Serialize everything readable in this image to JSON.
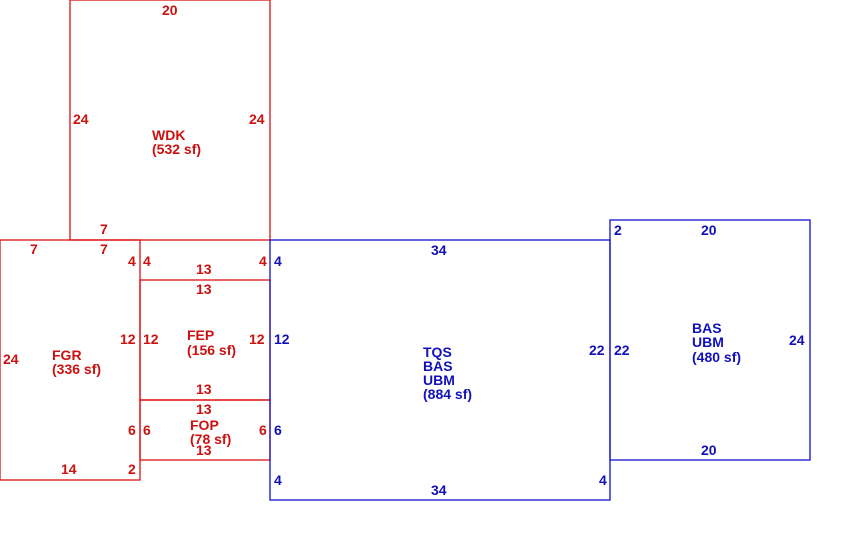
{
  "colors": {
    "addition": "#cc1111",
    "main": "#1111bb"
  },
  "areas": {
    "wdk": {
      "code": "WDK",
      "size": "(532 sf)"
    },
    "fgr": {
      "code": "FGR",
      "size": "(336 sf)"
    },
    "fep": {
      "code": "FEP",
      "size": "(156 sf)"
    },
    "fop": {
      "code": "FOP",
      "size": "(78 sf)"
    },
    "main": {
      "line1": "TQS",
      "line2": "BAS",
      "line3": "UBM",
      "size": "(884 sf)"
    },
    "east": {
      "line1": "BAS",
      "line2": "UBM",
      "size": "(480 sf)"
    }
  },
  "dims": {
    "wdk_top": "20",
    "wdk_left": "24",
    "wdk_right": "24",
    "wdk_bottom": "7",
    "fgr_top_a": "7",
    "fgr_top_b": "7",
    "fgr_left": "24",
    "fgr_bottom": "14",
    "fgr_right_bottom": "2",
    "fgr_right_upper": "4",
    "fgr_right_mid": "12",
    "fgr_right_low": "6",
    "fep_left_top": "4",
    "fep_top": "13",
    "fep_right_top": "4",
    "fep_top_inner": "13",
    "fep_left": "12",
    "fep_right": "12",
    "fep_bottom": "13",
    "fop_top": "13",
    "fop_left": "6",
    "fop_right": "6",
    "fop_bottom": "13",
    "main_top": "34",
    "main_left_top": "4",
    "main_left_mid": "12",
    "main_left_low": "6",
    "main_left_bottom": "4",
    "main_right": "22",
    "main_right_bottom": "4",
    "main_bottom": "34",
    "east_top_left": "2",
    "east_top": "20",
    "east_left": "22",
    "east_right": "24",
    "east_bottom": "20"
  }
}
